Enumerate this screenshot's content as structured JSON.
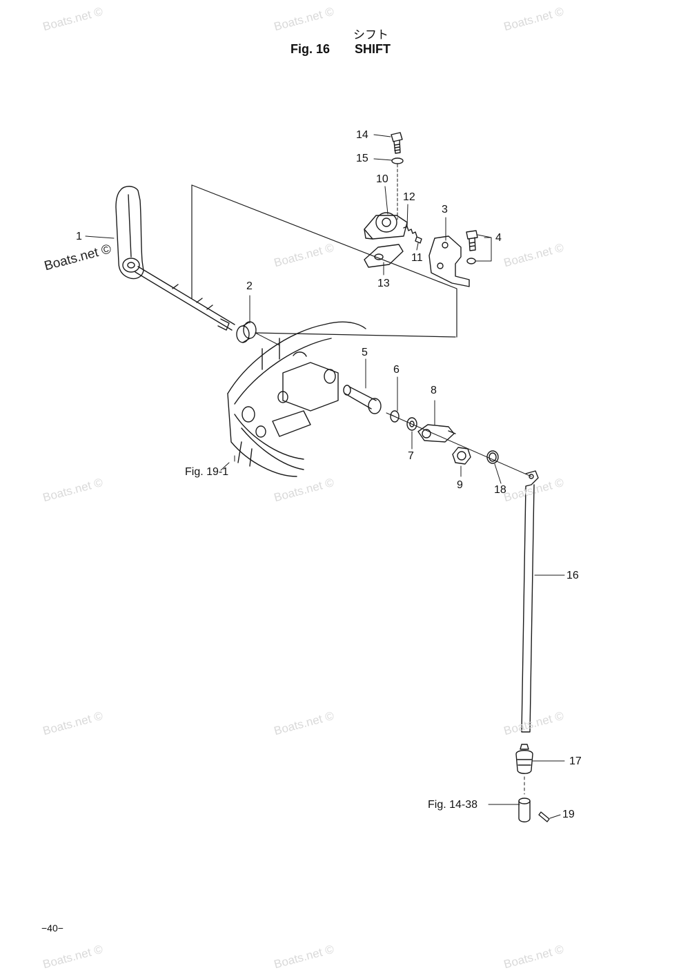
{
  "title": {
    "japanese": "シフト",
    "figure": "Fig. 16",
    "name": "SHIFT"
  },
  "page_number": "−40−",
  "watermark": "Boats.net ©",
  "figure_refs": {
    "block": "Fig. 19-1",
    "gearcase": "Fig. 14-38"
  },
  "callouts": [
    "1",
    "2",
    "3",
    "4",
    "5",
    "6",
    "7",
    "8",
    "9",
    "10",
    "11",
    "12",
    "13",
    "14",
    "15",
    "16",
    "17",
    "18",
    "19"
  ],
  "colors": {
    "line": "#1a1a1a",
    "watermark": "#d9d9d9"
  }
}
